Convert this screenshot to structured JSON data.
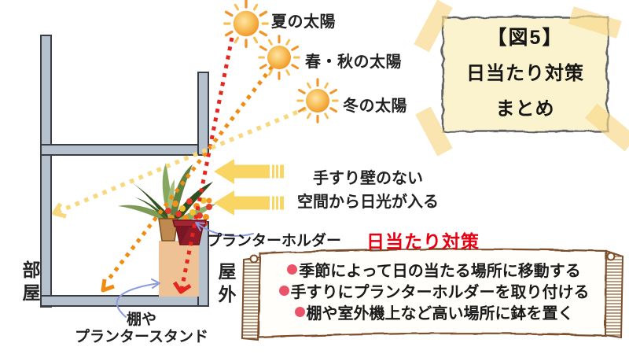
{
  "note": {
    "line1": "【図5】",
    "line2": "日当たり対策",
    "line3": "まとめ"
  },
  "suns": {
    "summer": "夏の太陽",
    "spring_autumn": "春・秋の太陽",
    "winter": "冬の太陽"
  },
  "light": {
    "line1": "手すり壁のない",
    "line2": "空間から日光が入る"
  },
  "labels": {
    "planter_holder": "プランターホルダー",
    "room": "部屋",
    "outdoor": "屋外",
    "stand_line1": "棚や",
    "stand_line2": "プランタースタンド"
  },
  "measures": {
    "heading": "日当たり対策",
    "items": [
      "季節によって日の当たる場所に移動する",
      "手すりにプランターホルダーを取り付ける",
      "棚や室外機上など高い場所に鉢を置く"
    ]
  },
  "colors": {
    "heading_red": "#e60012",
    "bullet": "#eb5468",
    "summer_ray": "#e5261f",
    "spring_autumn_ray": "#f18c12",
    "winter_ray": "#f8d87e",
    "block_arrow": "#f9d564",
    "wall_fill": "#b5c2cd",
    "wall_stroke": "#3a3e44",
    "note_fill": "#fbf3cd",
    "tape": "#f7d98b",
    "scroll_brown": "#7b4e2c",
    "blue_arrow": "#8d9ade"
  }
}
